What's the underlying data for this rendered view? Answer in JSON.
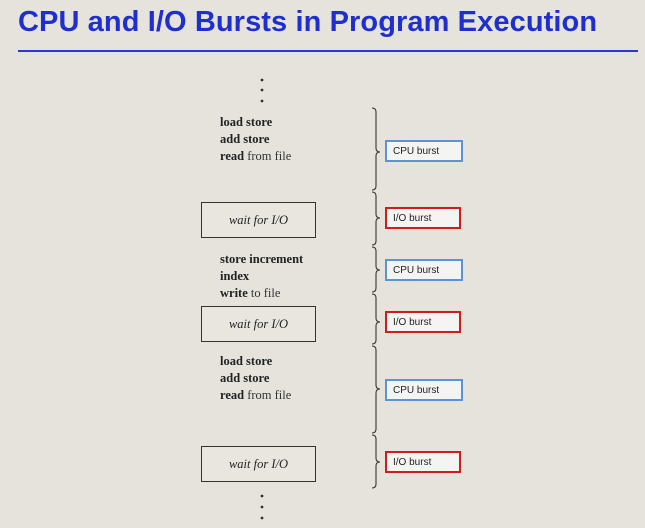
{
  "title": "CPU and I/O Bursts in Program Execution",
  "segments": [
    {
      "kind": "cpu",
      "lines": [
        {
          "bold": "load store",
          "rest": ""
        },
        {
          "bold": "add store",
          "rest": ""
        },
        {
          "bold": "read",
          "rest": " from file"
        }
      ],
      "burst_label": "CPU burst"
    },
    {
      "kind": "io",
      "box_label": "wait for I/O",
      "burst_label": "I/O burst"
    },
    {
      "kind": "cpu",
      "lines": [
        {
          "bold": "store increment",
          "rest": ""
        },
        {
          "bold": "index",
          "rest": ""
        },
        {
          "bold": "write",
          "rest": " to file"
        }
      ],
      "burst_label": "CPU burst"
    },
    {
      "kind": "io",
      "box_label": "wait for I/O",
      "burst_label": "I/O burst"
    },
    {
      "kind": "cpu",
      "lines": [
        {
          "bold": "load store",
          "rest": ""
        },
        {
          "bold": "add store",
          "rest": ""
        },
        {
          "bold": "read",
          "rest": " from file"
        }
      ],
      "burst_label": "CPU burst"
    },
    {
      "kind": "io",
      "box_label": "wait for I/O",
      "burst_label": "I/O burst"
    }
  ],
  "colors": {
    "title": "#1f2fcf",
    "cpu_border": "#5d93d6",
    "io_border": "#cf1c1c"
  }
}
